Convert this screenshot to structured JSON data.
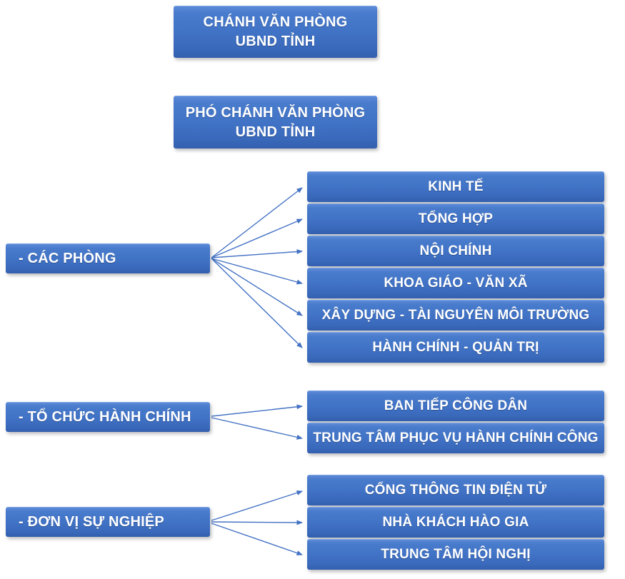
{
  "meta": {
    "description": "Organizational chart of a provincial People's Committee office (Vietnam)"
  },
  "colors": {
    "box_gradient_top": "#5d8ad8",
    "box_gradient_mid": "#4173c6",
    "box_gradient_bottom": "#335fae",
    "box_text": "#ffffff",
    "arrow": "#4472c4",
    "background": "#ffffff"
  },
  "org_chart": {
    "top_nodes": [
      {
        "label": "CHÁNH VĂN PHÒNG UBND TỈNH"
      },
      {
        "label": "PHÓ CHÁNH VĂN PHÒNG UBND TỈNH"
      }
    ],
    "groups": [
      {
        "parent": "- CÁC PHÒNG",
        "children": [
          "KINH TẾ",
          "TỔNG HỢP",
          "NỘI CHÍNH",
          "KHOA GIÁO - VĂN XÃ",
          "XÂY DỰNG - TÀI NGUYÊN MÔI TRƯỜNG",
          "HÀNH CHÍNH - QUẢN TRỊ"
        ]
      },
      {
        "parent": "- TỔ CHỨC HÀNH CHÍNH",
        "children": [
          "BAN TIẾP CÔNG DÂN",
          "TRUNG TÂM PHỤC VỤ HÀNH CHÍNH CÔNG"
        ]
      },
      {
        "parent": "- ĐƠN VỊ SỰ NGHIỆP",
        "children": [
          "CỔNG THÔNG TIN ĐIỆN TỬ",
          "NHÀ KHÁCH HÀO GIA",
          "TRUNG TÂM HỘI NGHỊ"
        ]
      }
    ]
  }
}
